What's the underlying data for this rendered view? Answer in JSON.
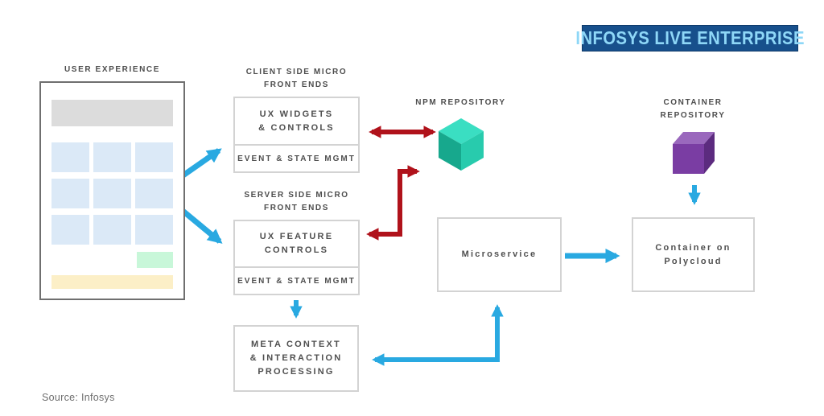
{
  "banner": {
    "title": "INFOSYS LIVE ENTERPRISE"
  },
  "user_experience": {
    "label": "USER EXPERIENCE"
  },
  "client_front_ends": {
    "label_line1": "CLIENT SIDE MICRO",
    "label_line2": "FRONT ENDS",
    "box_line1": "UX WIDGETS",
    "box_line2": "& CONTROLS",
    "box_subtitle": "EVENT & STATE MGMT"
  },
  "server_front_ends": {
    "label_line1": "SERVER SIDE MICRO",
    "label_line2": "FRONT ENDS",
    "box_line1": "UX FEATURE",
    "box_line2": "CONTROLS",
    "box_subtitle": "EVENT & STATE MGMT"
  },
  "npm_repository": {
    "label": "NPM REPOSITORY"
  },
  "container_repository": {
    "label_line1": "CONTAINER",
    "label_line2": "REPOSITORY"
  },
  "microservice": {
    "label": "Microservice"
  },
  "container_on_polycloud": {
    "label_line1": "Container on",
    "label_line2": "Polycloud"
  },
  "meta_context": {
    "line1": "META CONTEXT",
    "line2": "& INTERACTION",
    "line3": "PROCESSING"
  },
  "source": {
    "label": "Source: Infosys"
  },
  "colors": {
    "banner_bg": "#17508c",
    "banner_fg": "#8ed7f7",
    "arrow_blue": "#29a9e1",
    "arrow_red": "#b0121b",
    "box_border": "#d3d3d3",
    "mockup_border": "#6f6f6f",
    "mockup_header": "#dcdcdc",
    "mockup_cell": "#dbe9f7",
    "mockup_green": "#c8f7d9",
    "mockup_yellow": "#fcefc7",
    "npm_cube_top": "#3adec2",
    "npm_cube_left": "#17a88d",
    "npm_cube_right": "#28cbad",
    "container_cube_top": "#9a68bd",
    "container_cube_front": "#7a3da3",
    "container_cube_right": "#5c2b7f",
    "label_text": "#4d4d4d"
  }
}
